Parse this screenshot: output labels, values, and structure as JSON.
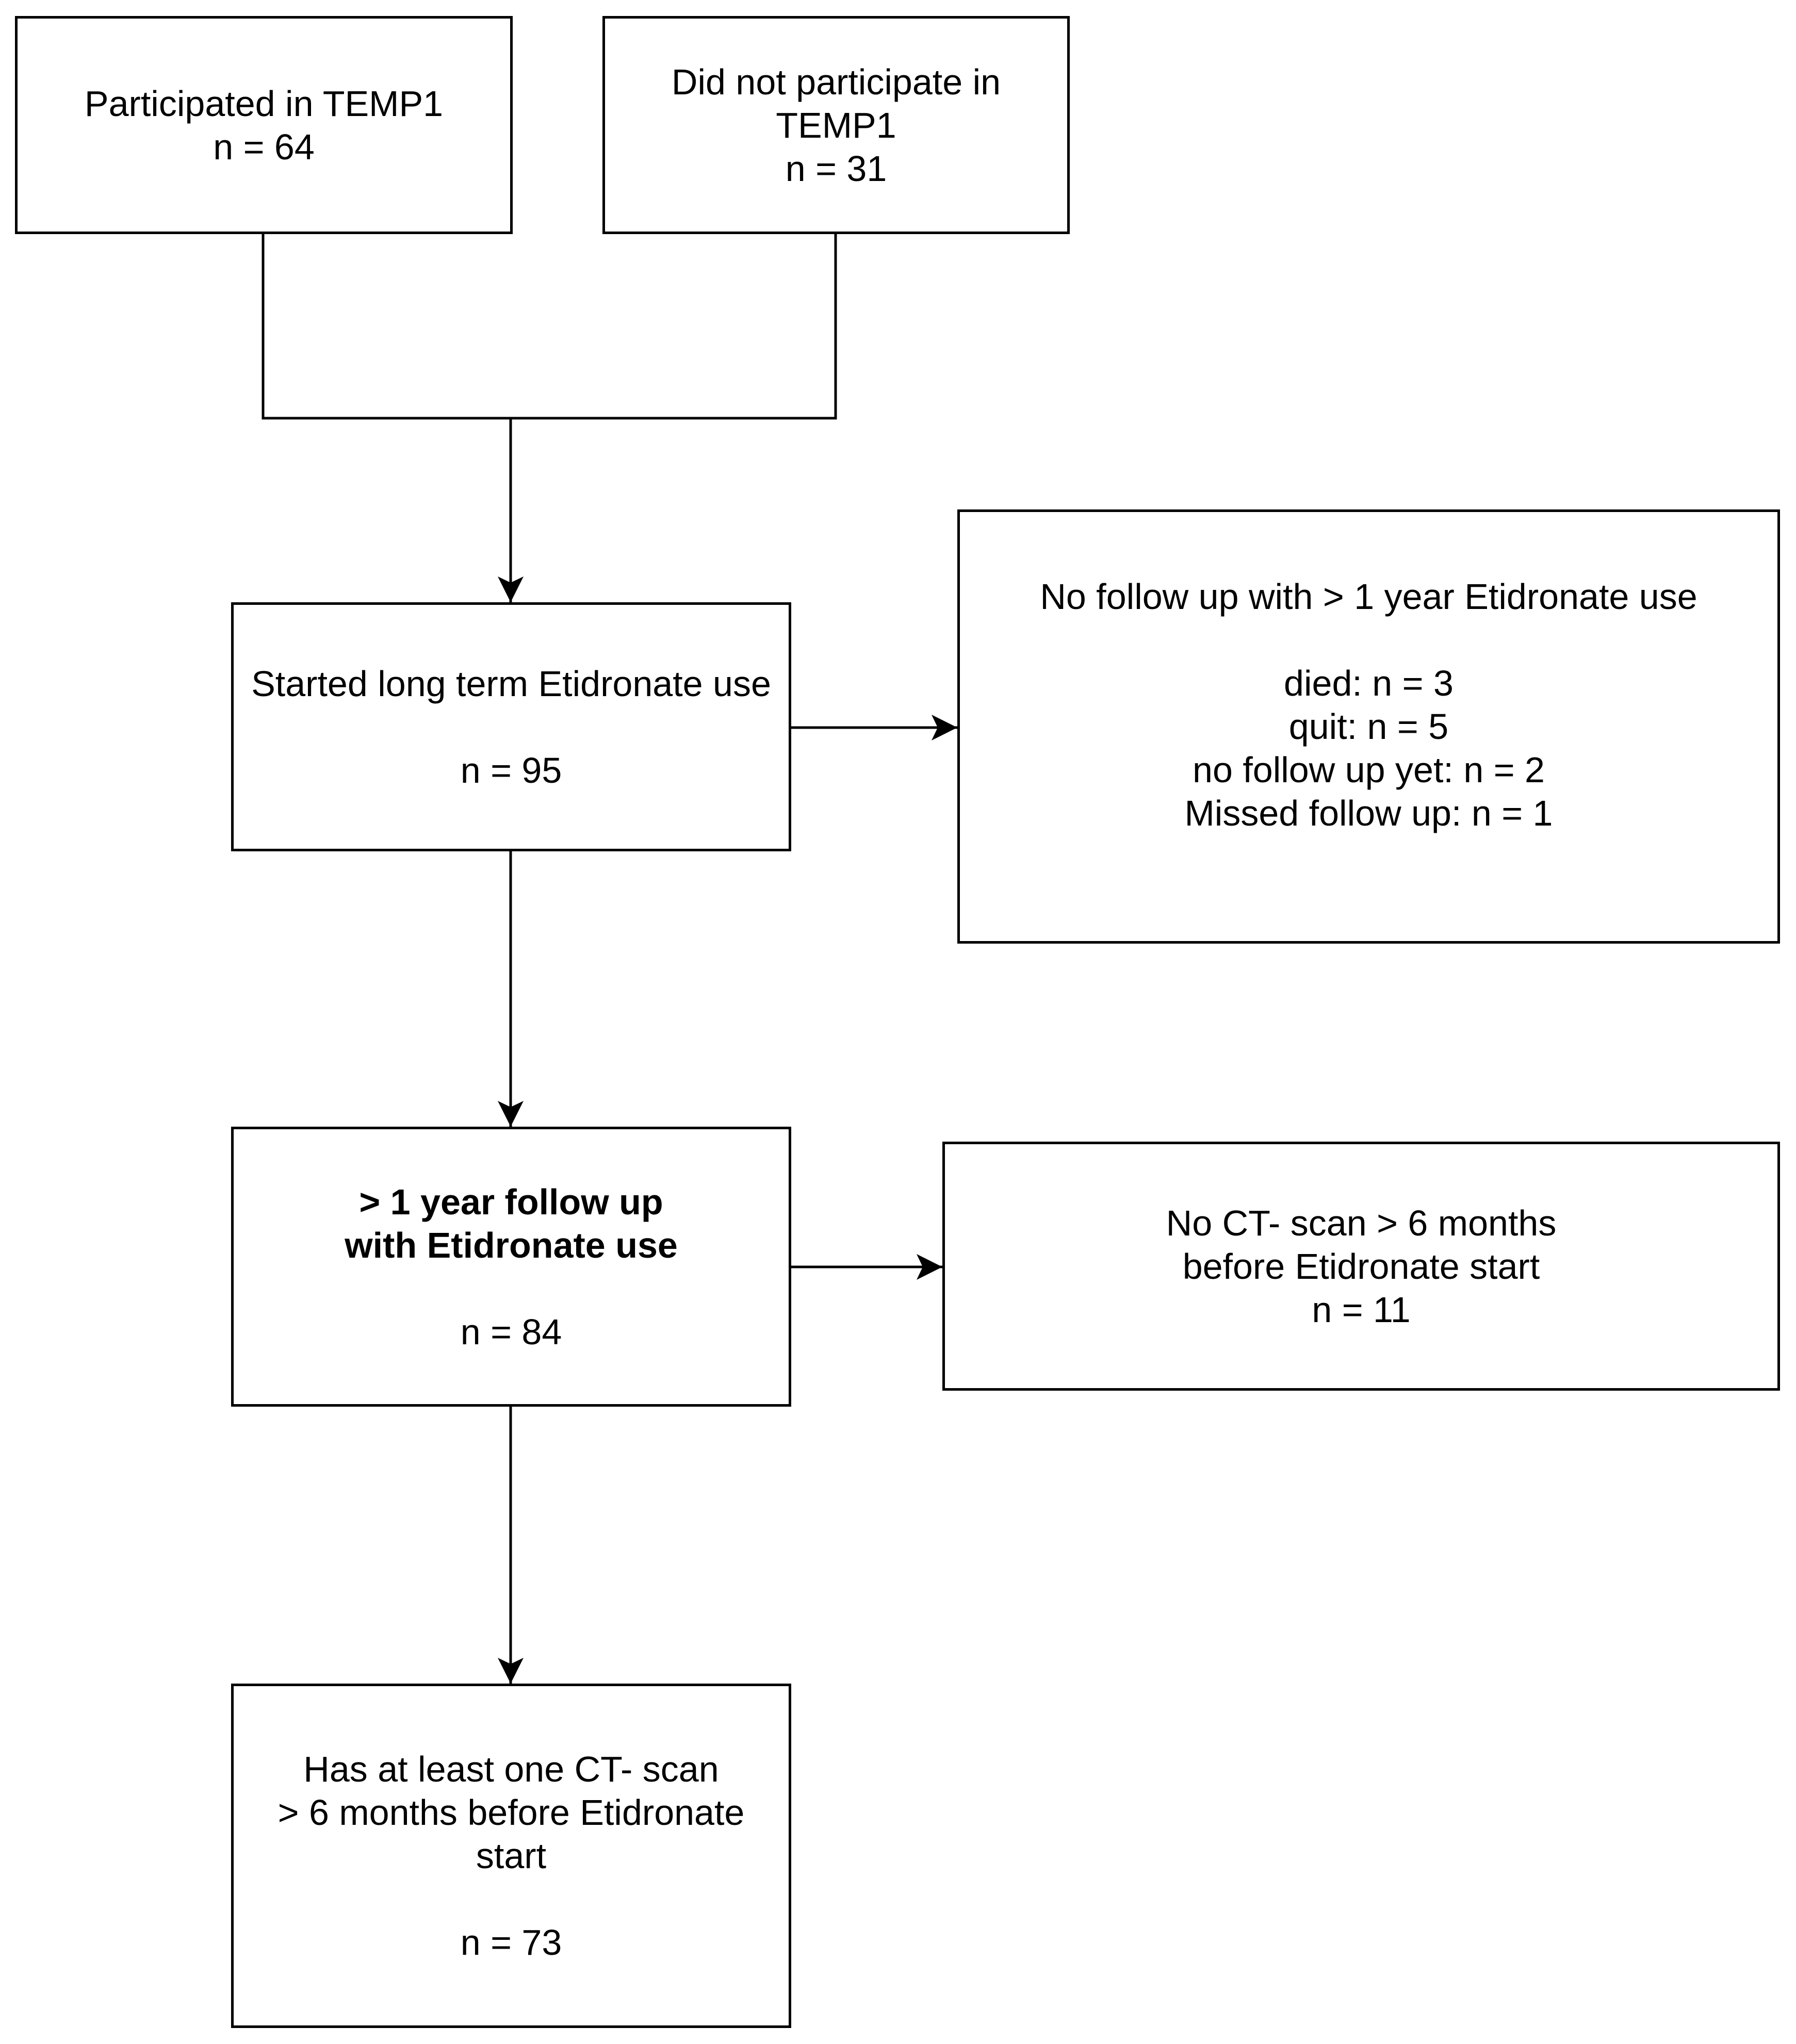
{
  "boxes": {
    "participated": {
      "lines": [
        "Participated in TEMP1",
        "n = 64"
      ]
    },
    "not_participated": {
      "lines": [
        "Did not participate in",
        "TEMP1",
        "n = 31"
      ]
    },
    "started": {
      "title": "Started long term Etidronate use",
      "count": "n = 95"
    },
    "no_follow_up": {
      "title": "No follow up with > 1 year Etidronate use",
      "reasons": [
        "died: n = 3",
        "quit: n = 5",
        "no follow up yet: n = 2",
        "Missed follow up: n = 1"
      ]
    },
    "followup_year": {
      "title_lines": [
        "> 1 year follow up",
        "with Etidronate use"
      ],
      "count": "n = 84"
    },
    "no_ct_scan": {
      "lines": [
        "No CT- scan > 6 months",
        "before Etidronate start",
        "n = 11"
      ]
    },
    "has_ct_scan": {
      "title_lines": [
        "Has at least one CT- scan",
        "> 6 months before Etidronate",
        "start"
      ],
      "count": "n = 73"
    }
  }
}
